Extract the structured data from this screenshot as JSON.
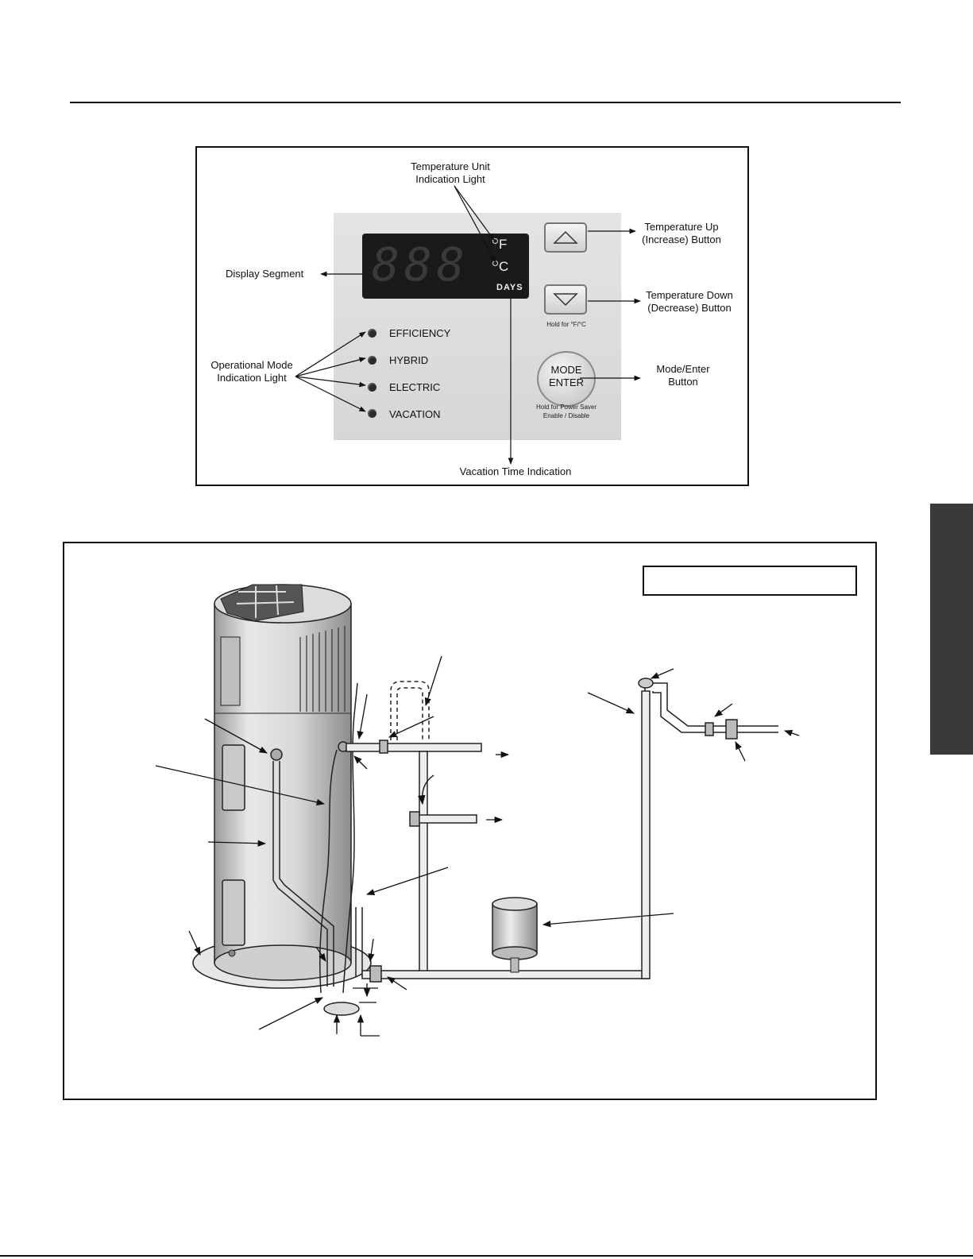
{
  "control_panel": {
    "display_digits": "888",
    "unit_f": "F",
    "unit_c": "C",
    "days": "DAYS",
    "modes": [
      {
        "label": "EFFICIENCY"
      },
      {
        "label": "HYBRID"
      },
      {
        "label": "ELECTRIC"
      },
      {
        "label": "VACATION"
      }
    ],
    "hold_unit_note": "Hold for °F/°C",
    "mode_button_line1": "MODE",
    "mode_button_line2": "ENTER",
    "power_saver_note_line1": "Hold for Power Saver",
    "power_saver_note_line2": "Enable / Disable"
  },
  "callouts": {
    "temp_unit_light_line1": "Temperature Unit",
    "temp_unit_light_line2": "Indication Light",
    "display_segment": "Display Segment",
    "op_mode_light_line1": "Operational Mode",
    "op_mode_light_line2": "Indication Light",
    "temp_up_line1": "Temperature Up",
    "temp_up_line2": "(Increase) Button",
    "temp_down_line1": "Temperature Down",
    "temp_down_line2": "(Decrease) Button",
    "mode_enter_line1": "Mode/Enter",
    "mode_enter_line2": "Button",
    "vacation_time": "Vacation Time Indication"
  },
  "colors": {
    "line": "#111111",
    "display_bg": "#1a1a1a",
    "tab": "#3a3a3a"
  }
}
